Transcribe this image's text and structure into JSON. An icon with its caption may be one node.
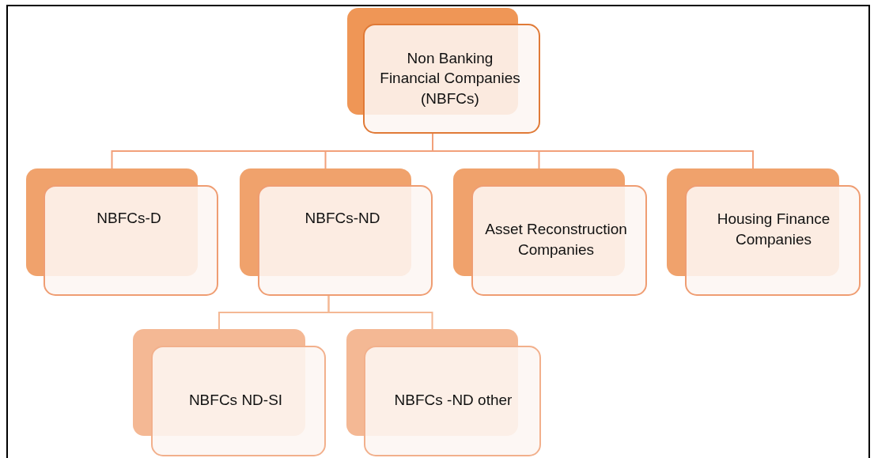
{
  "diagram": {
    "nodes": [
      {
        "text": [
          "Non Banking Financial Companies (NBFCs)"
        ]
      },
      {
        "text": [
          "NBFCs-D"
        ]
      },
      {
        "text": [
          "NBFCs-ND"
        ]
      },
      {
        "text": [
          "Asset Reconstruction Companies"
        ]
      },
      {
        "text": [
          "Housing Finance Companies"
        ]
      },
      {
        "text": [
          "NBFCs ND-SI"
        ]
      },
      {
        "text": [
          "NBFCs -ND other"
        ]
      }
    ],
    "edges": [
      {
        "from": 0,
        "to": 1,
        "arrow": "none"
      },
      {
        "from": 0,
        "to": 2,
        "arrow": "none"
      },
      {
        "from": 0,
        "to": 3,
        "arrow": "none"
      },
      {
        "from": 0,
        "to": 4,
        "arrow": "none"
      },
      {
        "from": 2,
        "to": 5,
        "arrow": "none"
      },
      {
        "from": 2,
        "to": 6,
        "arrow": "none"
      }
    ]
  }
}
